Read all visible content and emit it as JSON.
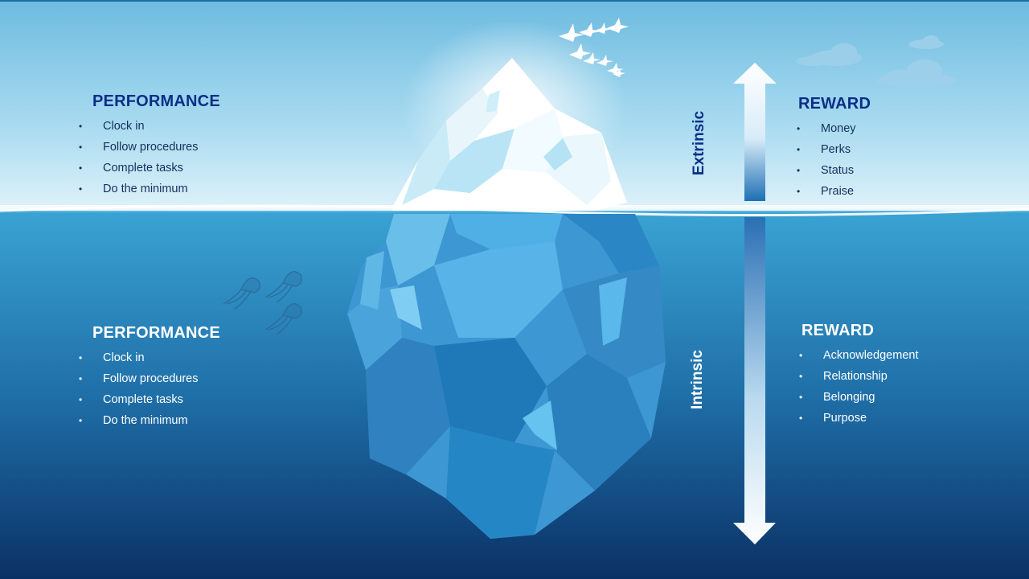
{
  "top_left": {
    "heading": "PERFORMANCE",
    "items": [
      "Clock in",
      "Follow procedures",
      "Complete tasks",
      "Do the minimum"
    ]
  },
  "top_right": {
    "heading": "REWARD",
    "items": [
      "Money",
      "Perks",
      "Status",
      "Praise"
    ]
  },
  "bottom_left": {
    "heading": "PERFORMANCE",
    "items": [
      "Clock in",
      "Follow procedures",
      "Complete tasks",
      "Do the minimum"
    ]
  },
  "bottom_right": {
    "heading": "REWARD",
    "items": [
      "Acknowledgement",
      "Relationship",
      "Belonging",
      "Purpose"
    ]
  },
  "arrows": {
    "top_label": "Extrinsic",
    "bottom_label": "Intrinsic"
  },
  "colors": {
    "sky_top": "#7cc4e4",
    "sky_bottom": "#d6eef8",
    "sea_top": "#2e94c8",
    "sea_bottom": "#0a3468",
    "heading_dark": "#0b2f86",
    "iceberg_light": "#ffffff",
    "iceberg_blue": "#3a9ad6"
  }
}
